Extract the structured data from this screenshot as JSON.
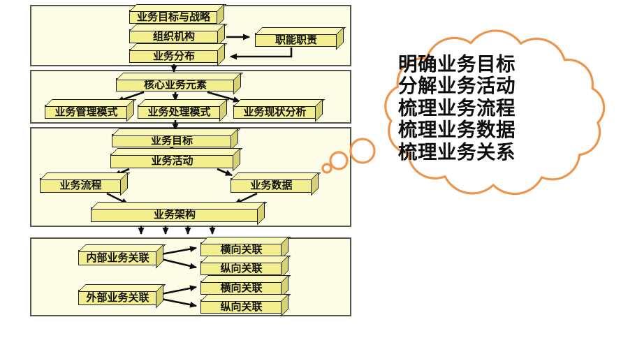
{
  "boxes": {
    "goal_strategy": "业务目标与战略",
    "org": "组织机构",
    "duty": "职能职责",
    "dist": "业务分布",
    "core": "核心业务元素",
    "mgmt": "业务管理模式",
    "proc": "业务处理模式",
    "status": "业务现状分析",
    "goal": "业务目标",
    "activity": "业务活动",
    "flow": "业务流程",
    "data": "业务数据",
    "arch": "业务架构",
    "internal": "内部业务关联",
    "h_link_1": "横向关联",
    "v_link_1": "纵向关联",
    "external": "外部业务关联",
    "h_link_2": "横向关联",
    "v_link_2": "纵向关联"
  },
  "cloud": {
    "lines": [
      "明确业务目标",
      "分解业务活动",
      "梳理业务流程",
      "梳理业务数据",
      "梳理业务关系"
    ]
  },
  "colors": {
    "page_bg": "#ffffff",
    "section_bg": "#fcfce7",
    "section_border": "#54564c",
    "box_front": "#f3ef8f",
    "box_top": "#faf8bd",
    "box_side": "#d6d172",
    "box_border": "#1a1a1a",
    "arrow": "#0d0d0d",
    "cloud_outline": "#ed954c",
    "cloud_fill": "#ffffff",
    "text": "#101010"
  }
}
